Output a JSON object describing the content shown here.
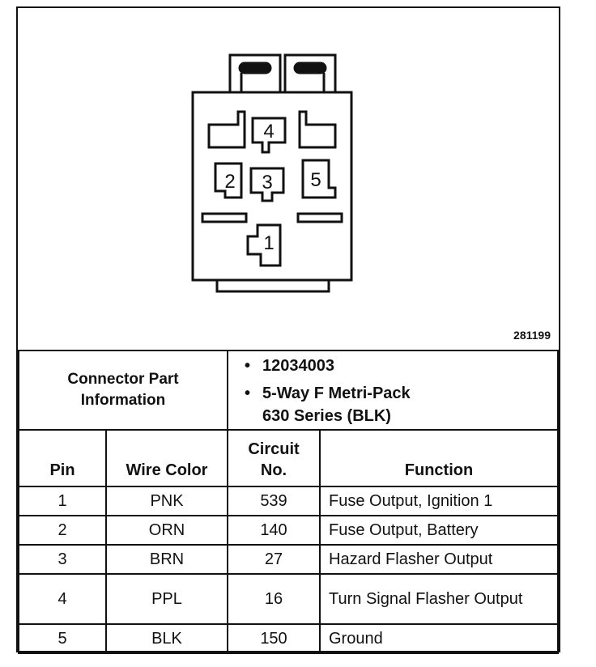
{
  "figure_number": "281199",
  "connector": {
    "label_line1": "Connector Part",
    "label_line2": "Information",
    "part_number": "12034003",
    "description_line1": "5-Way F Metri-Pack",
    "description_line2": "630 Series (BLK)",
    "pin_labels": [
      "1",
      "2",
      "3",
      "4",
      "5"
    ]
  },
  "table": {
    "headers": {
      "pin": "Pin",
      "wire_color": "Wire Color",
      "circuit_line1": "Circuit",
      "circuit_line2": "No.",
      "function": "Function"
    },
    "rows": [
      {
        "pin": "1",
        "wire": "PNK",
        "circuit": "539",
        "function": "Fuse Output, Ignition 1"
      },
      {
        "pin": "2",
        "wire": "ORN",
        "circuit": "140",
        "function": "Fuse Output, Battery"
      },
      {
        "pin": "3",
        "wire": "BRN",
        "circuit": "27",
        "function": "Hazard Flasher Output"
      },
      {
        "pin": "4",
        "wire": "PPL",
        "circuit": "16",
        "function": "Turn Signal Flasher Output"
      },
      {
        "pin": "5",
        "wire": "BLK",
        "circuit": "150",
        "function": "Ground"
      }
    ]
  }
}
